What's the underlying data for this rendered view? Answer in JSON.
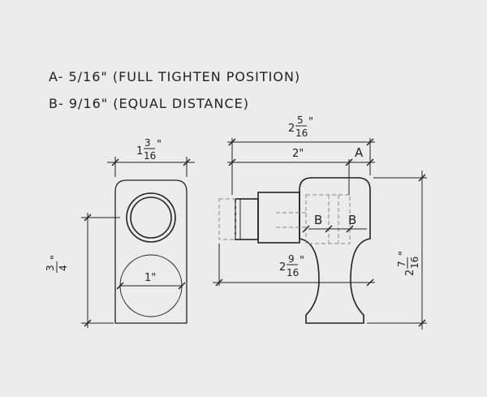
{
  "notes": {
    "a": "A- 5/16\" (FULL TIGHTEN POSITION)",
    "b": "B- 9/16\" (EQUAL DISTANCE)"
  },
  "dimensions": {
    "top_width": {
      "whole": "1",
      "num": "3",
      "den": "16",
      "unit": "\""
    },
    "left_height": {
      "num": "3",
      "den": "4",
      "unit": "\""
    },
    "hole_dia": "1\"",
    "overall": {
      "whole": "2",
      "num": "5",
      "den": "16",
      "unit": "\""
    },
    "two_inch": "2\"",
    "gap_a": "A",
    "gap_b1": "B",
    "gap_b2": "B",
    "bottom_len": {
      "whole": "2",
      "num": "9",
      "den": "16",
      "unit": "\""
    },
    "right_height": {
      "whole": "2",
      "num": "7",
      "den": "16",
      "unit": "\""
    }
  },
  "colors": {
    "background": "#ececec",
    "line": "#222222",
    "hidden": "#888888"
  }
}
